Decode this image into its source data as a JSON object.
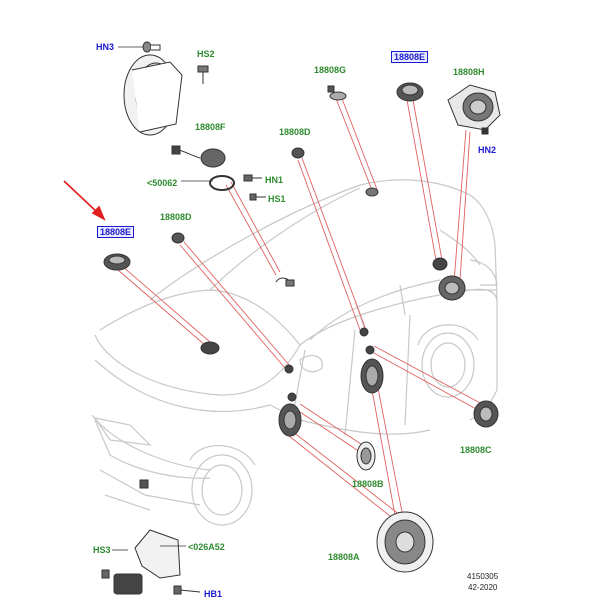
{
  "labels": {
    "hn3": "HN3",
    "hs2": "HS2",
    "p18808g": "18808G",
    "p18808e_top": "18808E",
    "p18808h": "18808H",
    "hn2": "HN2",
    "p18808f": "18808F",
    "p18808d_top": "18808D",
    "p50062": "<50062",
    "hn1": "HN1",
    "hs1": "HS1",
    "p18808e_left": "18808E",
    "p18808d_left": "18808D",
    "p18808c": "18808C",
    "p18808b": "18808B",
    "hs3": "HS3",
    "p026a52": "<026A52",
    "p18808a": "18808A",
    "hb1": "HB1"
  },
  "reference": {
    "number": "4150305",
    "date": "42-2020"
  },
  "colors": {
    "part_label": "#2e8b2e",
    "fastener_label": "#1a1ad0",
    "leader_line": "#e06060",
    "pointer_arrow": "#e02020",
    "vehicle_outline": "#c8c8c8"
  }
}
